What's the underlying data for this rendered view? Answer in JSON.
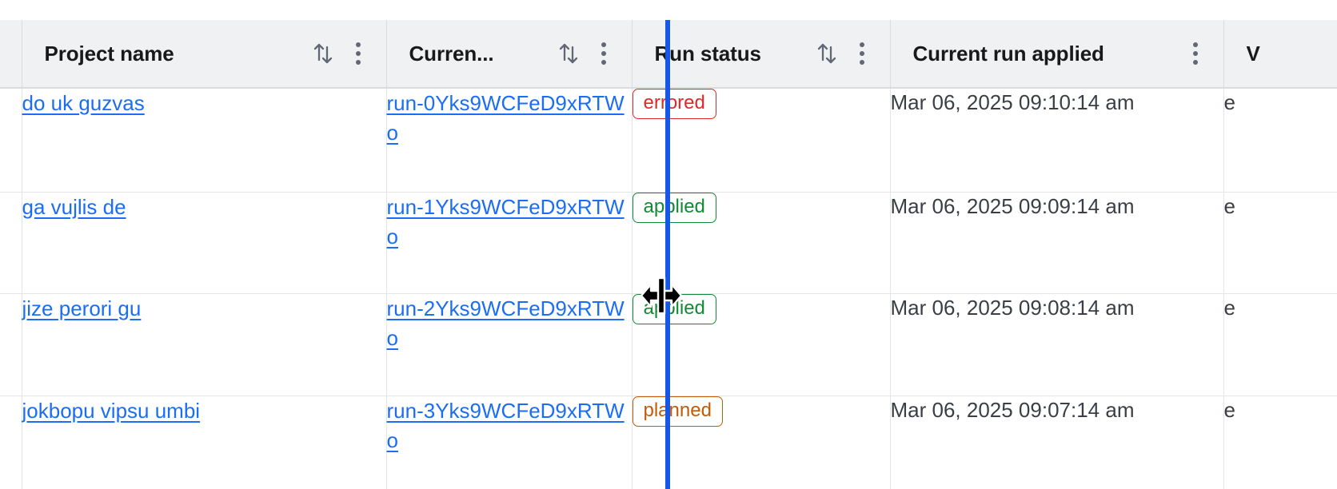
{
  "table": {
    "columns": [
      {
        "key": "select",
        "label": "",
        "sortable": false,
        "menu": false,
        "truncated": false
      },
      {
        "key": "project",
        "label": "Project name",
        "sortable": true,
        "menu": true,
        "truncated": false
      },
      {
        "key": "run",
        "label": "Curren...",
        "sortable": true,
        "menu": true,
        "truncated": true
      },
      {
        "key": "status",
        "label": "Run status",
        "sortable": true,
        "menu": true,
        "truncated": false
      },
      {
        "key": "applied",
        "label": "Current run applied",
        "sortable": false,
        "menu": true,
        "truncated": false
      },
      {
        "key": "next",
        "label": "V",
        "sortable": false,
        "menu": false,
        "truncated": true
      }
    ],
    "rows": [
      {
        "project": "do uk guzvas",
        "run": "run-0Yks9WCFeD9xRTWo",
        "status": "errored",
        "status_color": "#dc2a2a",
        "applied": "Mar 06, 2025 09:10:14 am",
        "next": "e"
      },
      {
        "project": "ga vujlis de",
        "run": "run-1Yks9WCFeD9xRTWo",
        "status": "applied",
        "status_color": "#128a34",
        "applied": "Mar 06, 2025 09:09:14 am",
        "next": "e"
      },
      {
        "project": "jize perori gu",
        "run": "run-2Yks9WCFeD9xRTWo",
        "status": "applied",
        "status_color": "#128a34",
        "applied": "Mar 06, 2025 09:08:14 am",
        "next": "e"
      },
      {
        "project": "jokbopu vipsu umbi",
        "run": "run-3Yks9WCFeD9xRTWo",
        "status": "planned",
        "status_color": "#c25a07",
        "applied": "Mar 06, 2025 09:07:14 am",
        "next": "e"
      }
    ]
  },
  "interaction": {
    "state": "column-resize-drag",
    "cursor": "col-resize",
    "indicator_color": "#1558e8",
    "resizing_column": "Curren..."
  },
  "theme": {
    "header_background": "#f0f1f2",
    "header_text": "#18191b",
    "link_color": "#1b6ef3",
    "body_text": "#3b3f45",
    "border_color": "#e3e5e8",
    "header_border_color": "#d9dbdf"
  }
}
